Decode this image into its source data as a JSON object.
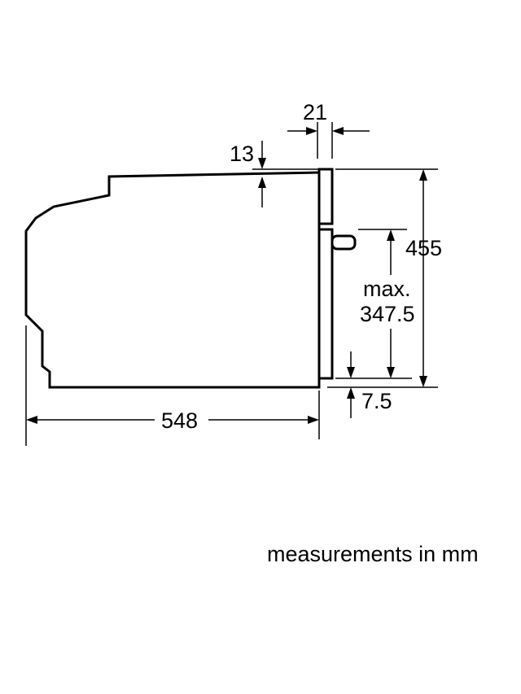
{
  "diagram": {
    "dimensions": {
      "gap_top": "21",
      "front_panel_offset": "13",
      "total_height": "455",
      "cavity_label_line1": "max.",
      "cavity_label_line2": "347.5",
      "bottom_offset": "7.5",
      "depth": "548"
    },
    "note": "measurements in mm"
  }
}
